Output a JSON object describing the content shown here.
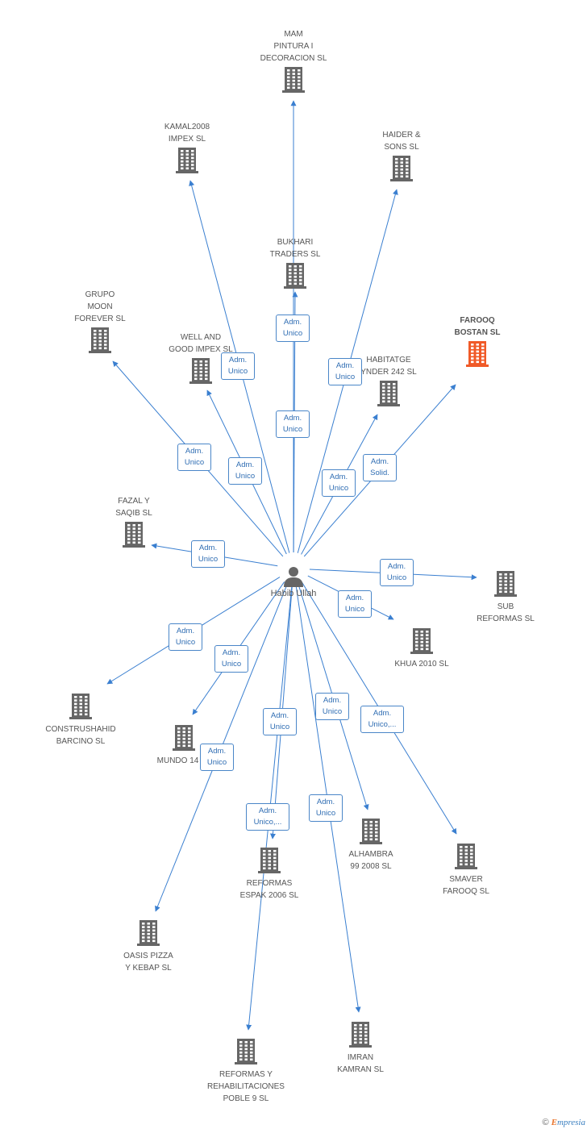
{
  "center": {
    "label": "Habib Ullah",
    "icon": "person-icon"
  },
  "colors": {
    "edge": "#3a7fd0",
    "building": "#666666",
    "highlight": "#f05a28"
  },
  "companies": [
    {
      "id": "mam",
      "label": "MAM\nPINTURA I\nDECORACION SL"
    },
    {
      "id": "kamal",
      "label": "KAMAL2008\nIMPEX SL"
    },
    {
      "id": "haider",
      "label": "HAIDER &\nSONS SL"
    },
    {
      "id": "bukhari",
      "label": "BUKHARI\nTRADERS SL"
    },
    {
      "id": "grupo",
      "label": "GRUPO\nMOON\nFOREVER SL"
    },
    {
      "id": "farooq",
      "label": "FAROOQ\nBOSTAN SL",
      "highlight": true
    },
    {
      "id": "wellgood",
      "label": "WELL AND\nGOOD IMPEX SL"
    },
    {
      "id": "habitatge",
      "label": "HABITATGE\nYNDER 242 SL"
    },
    {
      "id": "fazal",
      "label": "FAZAL Y\nSAQIB SL"
    },
    {
      "id": "sub",
      "label": "SUB\nREFORMAS SL"
    },
    {
      "id": "khua",
      "label": "KHUA 2010 SL"
    },
    {
      "id": "construshahid",
      "label": "CONSTRUSHAHID\nBARCINO SL"
    },
    {
      "id": "mundo",
      "label": "MUNDO 14 SL"
    },
    {
      "id": "alhambra",
      "label": "ALHAMBRA\n99 2008 SL"
    },
    {
      "id": "smaver",
      "label": "SMAVER\nFAROOQ SL"
    },
    {
      "id": "espak",
      "label": "REFORMAS\nESPAK 2006 SL"
    },
    {
      "id": "oasis",
      "label": "OASIS PIZZA\nY KEBAP SL"
    },
    {
      "id": "poble",
      "label": "REFORMAS Y\nREHABILITACIONES\nPOBLE 9 SL"
    },
    {
      "id": "imran",
      "label": "IMRAN\nKAMRAN SL"
    }
  ],
  "relations": [
    {
      "to": "mam",
      "label": "Adm.\nUnico"
    },
    {
      "to": "kamal",
      "label": "Adm.\nUnico"
    },
    {
      "to": "haider",
      "label": "Adm.\nUnico"
    },
    {
      "to": "bukhari",
      "label": "Adm.\nUnico"
    },
    {
      "to": "grupo",
      "label": "Adm.\nUnico"
    },
    {
      "to": "wellgood",
      "label": "Adm.\nUnico"
    },
    {
      "to": "habitatge",
      "label": "Adm.\nUnico"
    },
    {
      "to": "farooq",
      "label": "Adm.\nSolid."
    },
    {
      "to": "fazal",
      "label": "Adm.\nUnico"
    },
    {
      "to": "sub",
      "label": "Adm.\nUnico"
    },
    {
      "to": "khua",
      "label": "Adm.\nUnico"
    },
    {
      "to": "construshahid",
      "label": "Adm.\nUnico"
    },
    {
      "to": "mundo",
      "label": "Adm.\nUnico"
    },
    {
      "to": "alhambra",
      "label": "Adm.\nUnico"
    },
    {
      "to": "smaver",
      "label": "Adm.\nUnico,..."
    },
    {
      "to": "espak",
      "label": "Adm.\nUnico,..."
    },
    {
      "to": "oasis",
      "label": "Adm.\nUnico"
    },
    {
      "to": "imran",
      "label": "Adm.\nUnico"
    },
    {
      "to": "poble",
      "label": "Adm.\nUnico"
    }
  ],
  "footer": {
    "copyright": "©",
    "brand_first": "E",
    "brand_rest": "mpresia"
  }
}
